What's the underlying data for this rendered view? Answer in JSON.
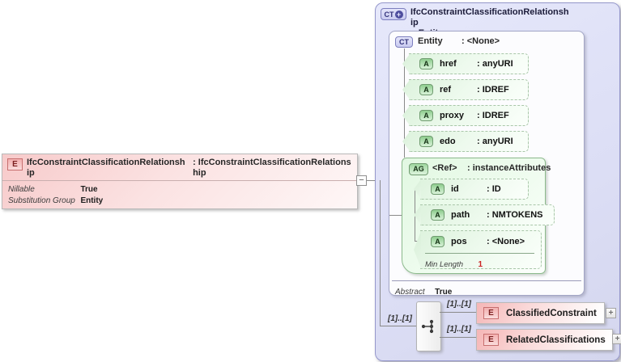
{
  "symbols": {
    "colon": ":",
    "plus": "+",
    "minus": "−"
  },
  "element": {
    "badge": "E",
    "name": "IfcConstraintClassificationRelationship",
    "type": "IfcConstraintClassificationRelationship",
    "properties": [
      {
        "label": "Nillable",
        "value": "True"
      },
      {
        "label": "Substitution Group",
        "value": "Entity"
      }
    ]
  },
  "complex_type": {
    "badge": "CT",
    "name": "IfcConstraintClassificationRelationship",
    "type": "Entity",
    "base": {
      "badge": "CT",
      "name": "Entity",
      "type": "<None>",
      "attributes": [
        {
          "badge": "A",
          "name": "href",
          "type": "anyURI"
        },
        {
          "badge": "A",
          "name": "ref",
          "type": "IDREF"
        },
        {
          "badge": "A",
          "name": "proxy",
          "type": "IDREF"
        },
        {
          "badge": "A",
          "name": "edo",
          "type": "anyURI"
        }
      ],
      "attribute_group": {
        "badge": "AG",
        "name": "<Ref>",
        "type": "instanceAttributes",
        "attributes": [
          {
            "badge": "A",
            "name": "id",
            "type": "ID"
          },
          {
            "badge": "A",
            "name": "path",
            "type": "NMTOKENS"
          },
          {
            "badge": "A",
            "name": "pos",
            "type": "<None>",
            "facet": {
              "label": "Min Length",
              "value": "1"
            }
          }
        ]
      },
      "footer": {
        "label": "Abstract",
        "value": "True"
      }
    },
    "content": {
      "cardinality": "[1]..[1]",
      "children": [
        {
          "badge": "E",
          "label": "ClassifiedConstraint",
          "cardinality": "[1]..[1]"
        },
        {
          "badge": "E",
          "label": "RelatedClassifications",
          "cardinality": "[1]..[1]"
        }
      ]
    }
  }
}
